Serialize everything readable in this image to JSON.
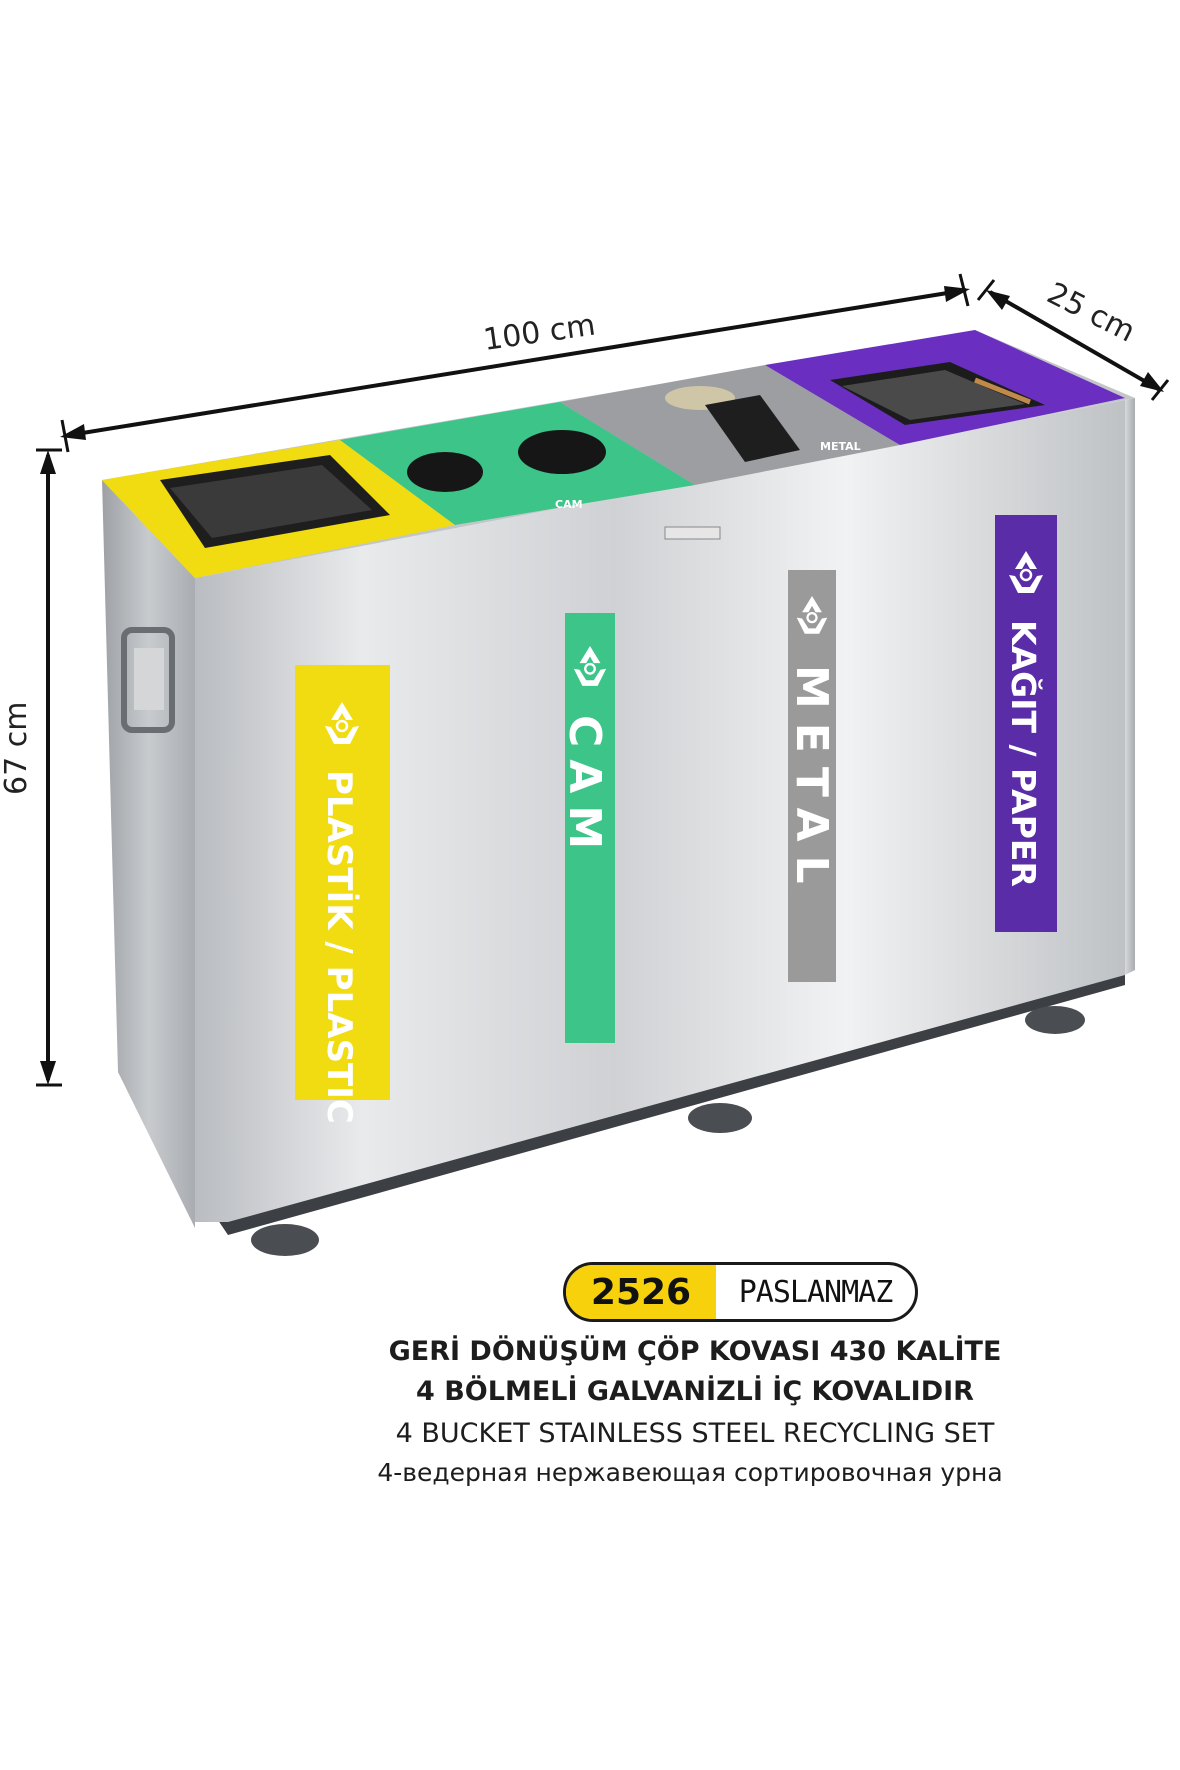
{
  "dimensions": {
    "width": "100 cm",
    "depth": "25 cm",
    "height": "67 cm"
  },
  "compartments": [
    {
      "label": "PLASTİK / PLASTIC",
      "color": "#f0dc10"
    },
    {
      "label": "CAM",
      "color": "#3cc489"
    },
    {
      "label": "METAL",
      "color": "#9a9a9a"
    },
    {
      "label": "KAĞIT / PAPER",
      "color": "#5a2ca8"
    }
  ],
  "lid_labels": {
    "cam": "CAM",
    "metal": "METAL"
  },
  "icons": {
    "recycle": "recycle-icon",
    "handle": "side-handle"
  },
  "badge": {
    "code": "2526",
    "material": "PASLANMAZ"
  },
  "description": {
    "line1": "GERİ DÖNÜŞÜM ÇÖP KOVASI 430 KALİTE",
    "line2": "4 BÖLMELİ GALVANİZLİ İÇ KOVALIDIR",
    "line3": "4 BUCKET STAINLESS STEEL RECYCLING SET",
    "line4": "4-ведерная нержавеющая сортировочная урна"
  }
}
